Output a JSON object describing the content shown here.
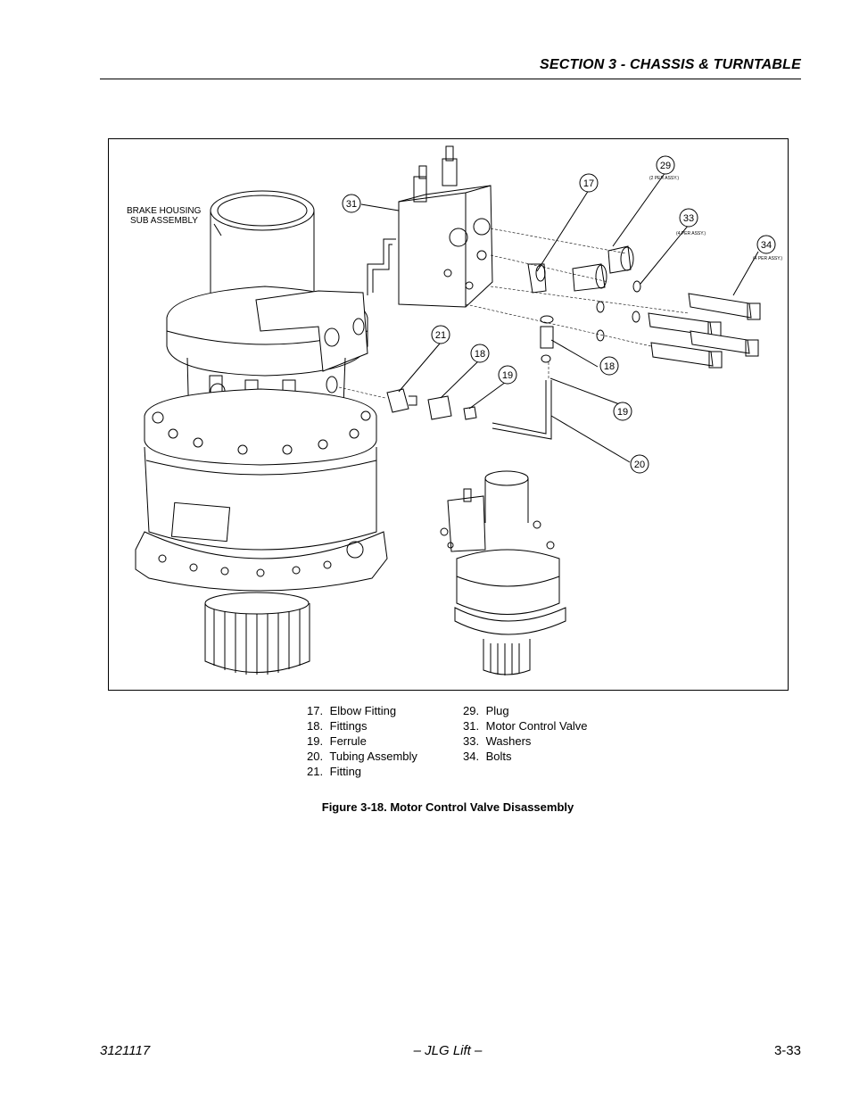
{
  "header": {
    "section_title": "SECTION 3 - CHASSIS & TURNTABLE"
  },
  "figure": {
    "brake_label_line1": "BRAKE HOUSING",
    "brake_label_line2": "SUB ASSEMBLY",
    "callouts": {
      "c17": "17",
      "c29": "29",
      "c29_note": "(2 PER ASSY.)",
      "c33": "33",
      "c33_note": "(4 PER ASSY.)",
      "c34": "34",
      "c34_note": "(4 PER ASSY.)",
      "c31": "31",
      "c21": "21",
      "c18a": "18",
      "c19a": "19",
      "c18b": "18",
      "c19b": "19",
      "c20": "20"
    }
  },
  "legend": {
    "left": [
      {
        "num": "17.",
        "label": "Elbow Fitting"
      },
      {
        "num": "18.",
        "label": "Fittings"
      },
      {
        "num": "19.",
        "label": "Ferrule"
      },
      {
        "num": "20.",
        "label": "Tubing Assembly"
      },
      {
        "num": "21.",
        "label": "Fitting"
      }
    ],
    "right": [
      {
        "num": "29.",
        "label": "Plug"
      },
      {
        "num": "31.",
        "label": "Motor Control Valve"
      },
      {
        "num": "33.",
        "label": "Washers"
      },
      {
        "num": "34.",
        "label": "Bolts"
      }
    ]
  },
  "caption": "Figure 3-18.  Motor Control Valve Disassembly",
  "footer": {
    "doc_number": "3121117",
    "center": "– JLG Lift –",
    "page": "3-33"
  }
}
